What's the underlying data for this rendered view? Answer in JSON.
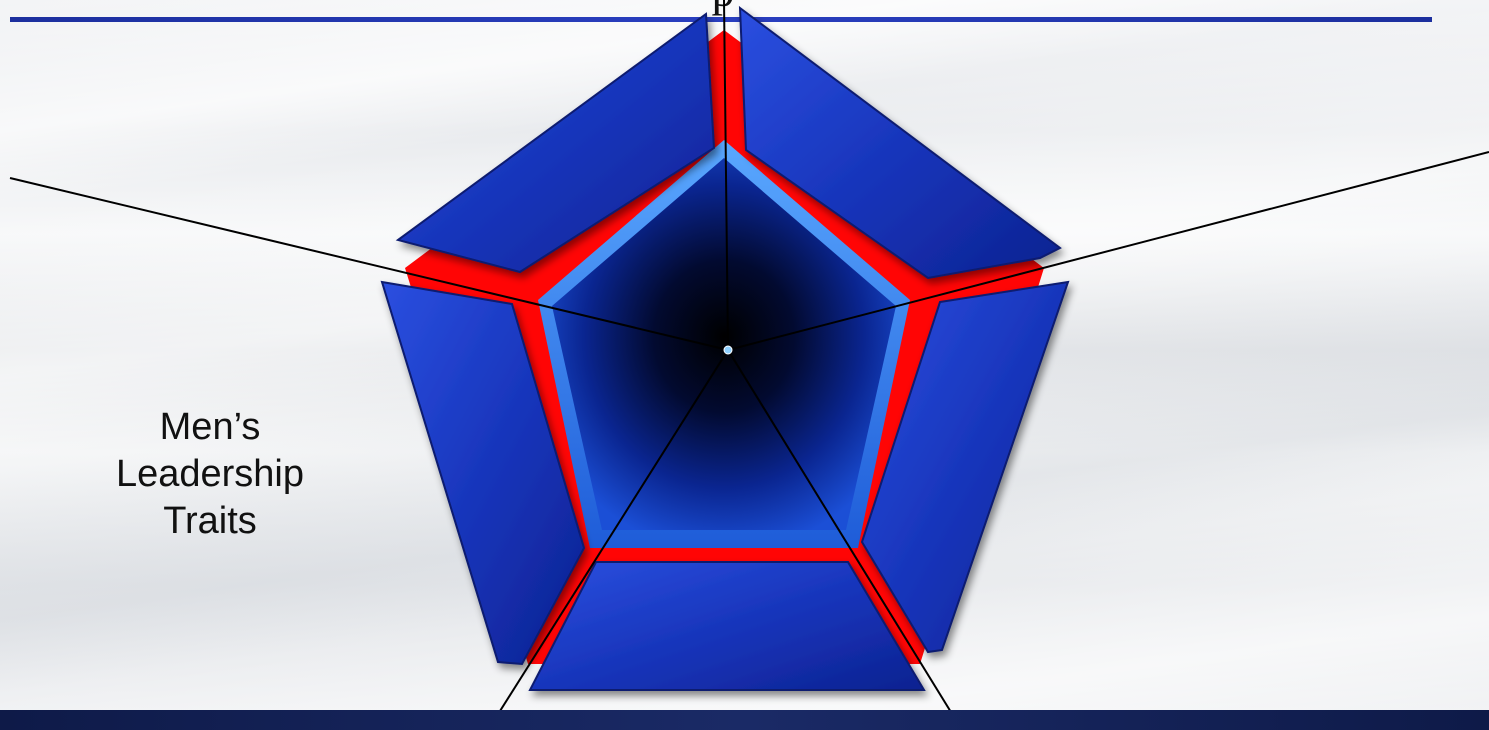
{
  "slide": {
    "top_title_fragment": "p",
    "side_label_lines": [
      "Men’s",
      "Leadership",
      "Traits"
    ]
  },
  "colors": {
    "panel_blue": "#1a39c6",
    "frame_red": "#ff0000",
    "center_dark": "#00061c",
    "rule_blue": "#2a3fc0",
    "footer_navy": "#13225a"
  }
}
